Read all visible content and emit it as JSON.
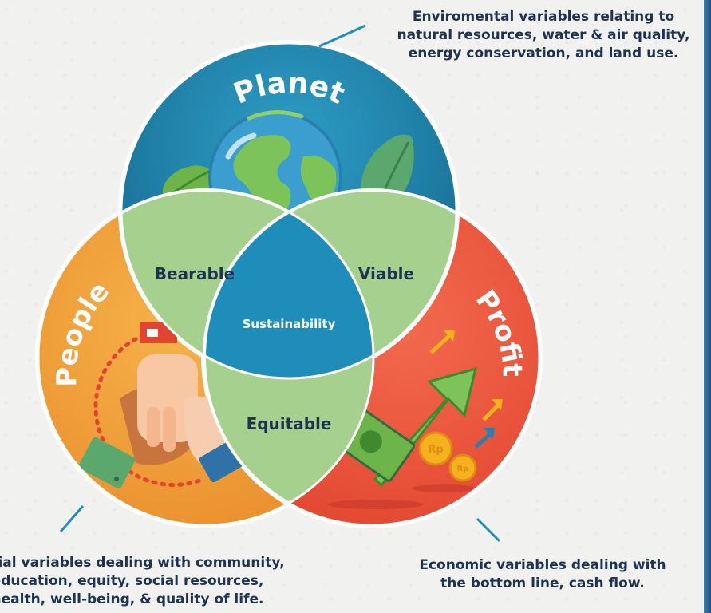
{
  "diagram": {
    "circles": {
      "planet": {
        "label": "Planet",
        "color": "#1d88b2"
      },
      "people": {
        "label": "People",
        "color": "#f1a33d"
      },
      "profit": {
        "label": "Profit",
        "color": "#ed5a44"
      }
    },
    "intersections": {
      "bearable": "Bearable",
      "viable": "Viable",
      "equitable": "Equitable",
      "center": "Sustainability"
    },
    "coin_label": "Rp"
  },
  "captions": {
    "planet": [
      "Enviromental variables relating to",
      "natural resources, water & air quality,",
      "energy conservation, and land use."
    ],
    "people": [
      "Social variables dealing with community,",
      "education, equity, social resources,",
      "health, well-being, & quality of life."
    ],
    "profit": [
      "Economic variables dealing with",
      "the bottom line, cash flow."
    ]
  }
}
